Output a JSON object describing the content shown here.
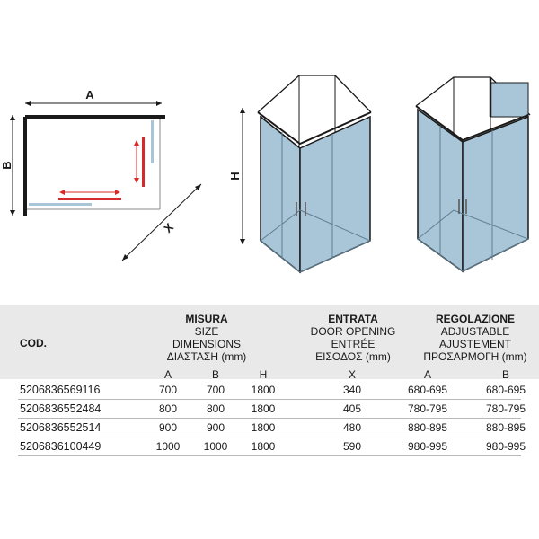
{
  "diagram": {
    "label_a": "A",
    "label_b": "B",
    "label_x": "X",
    "label_h": "H"
  },
  "table": {
    "cod_header": "COD.",
    "misura": [
      "MISURA",
      "SIZE",
      "DIMENSIONS",
      "ΔΙΑΣΤΑΣΗ (mm)"
    ],
    "entrata": [
      "ENTRATA",
      "DOOR OPENING",
      "ENTRÉE",
      "ΕΙΣΟΔΟΣ (mm)"
    ],
    "regolazione": [
      "REGOLAZIONE",
      "ADJUSTABLE",
      "AJUSTEMENT",
      "ΠΡΟΣΑΡΜΟΓΗ (mm)"
    ],
    "subheaders": [
      "A",
      "B",
      "H",
      "X",
      "A",
      "B"
    ],
    "rows": [
      {
        "code": "5206836569116",
        "a": "700",
        "b": "700",
        "h": "1800",
        "x": "340",
        "adj_a": "680-695",
        "adj_b": "680-695"
      },
      {
        "code": "5206836552484",
        "a": "800",
        "b": "800",
        "h": "1800",
        "x": "405",
        "adj_a": "780-795",
        "adj_b": "780-795"
      },
      {
        "code": "5206836552514",
        "a": "900",
        "b": "900",
        "h": "1800",
        "x": "480",
        "adj_a": "880-895",
        "adj_b": "880-895"
      },
      {
        "code": "5206836100449",
        "a": "1000",
        "b": "1000",
        "h": "1800",
        "x": "590",
        "adj_a": "980-995",
        "adj_b": "980-995"
      }
    ]
  },
  "colors": {
    "glass": "#a9c6d8",
    "glass_edge": "#7fa3b8",
    "frame": "#1a1a1a",
    "red_arrow": "#d42a2a",
    "table_band": "#e9e9e9"
  }
}
